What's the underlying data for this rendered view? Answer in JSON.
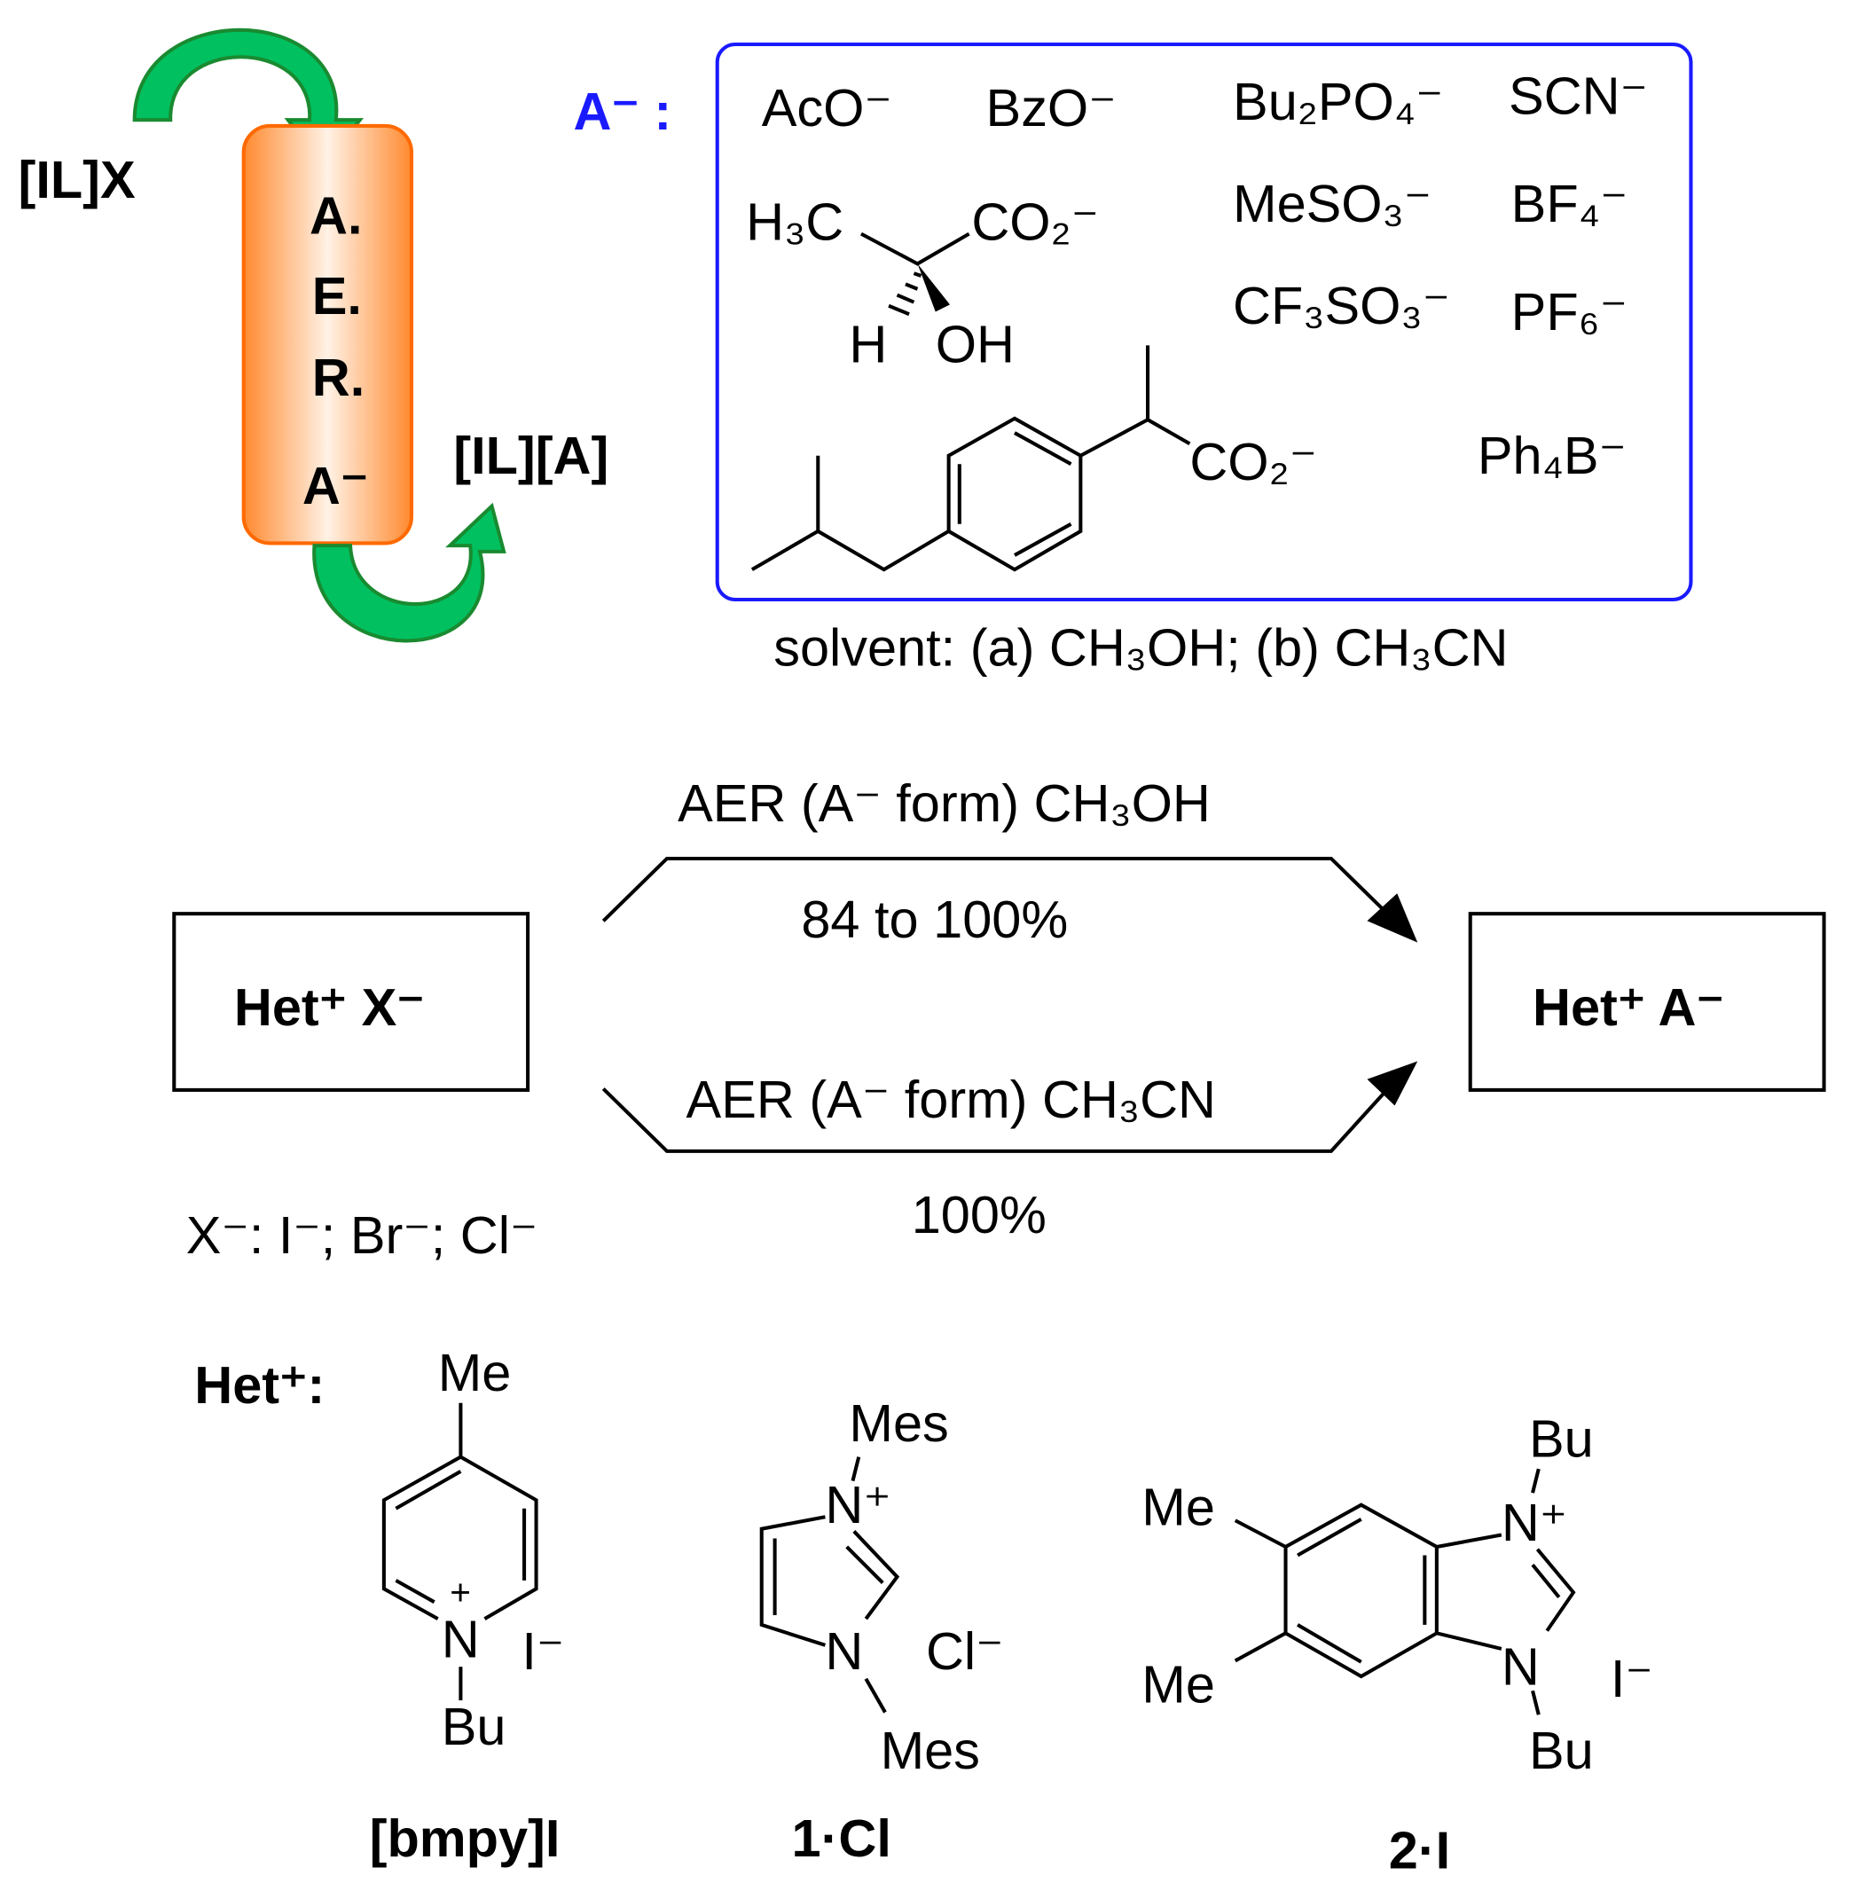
{
  "cycle": {
    "reactant": "[IL]X",
    "product": "[IL][A]",
    "column_letters": [
      "A.",
      "E.",
      "R.",
      "A⁻"
    ]
  },
  "anions": {
    "heading": "A⁻ :",
    "list": [
      "AcO⁻",
      "BzO⁻",
      "Bu₂PO₄⁻",
      "SCN⁻",
      "MeSO₃⁻",
      "BF₄⁻",
      "CF₃SO₃⁻",
      "PF₆⁻",
      "Ph₄B⁻"
    ],
    "lactate": {
      "ch3": "H₃C",
      "co2": "CO₂⁻",
      "h": "H",
      "oh": "OH"
    },
    "ibuprofen_co2": "CO₂⁻",
    "solvent": "solvent: (a) CH₃OH; (b) CH₃CN"
  },
  "reaction": {
    "left_box": "Het⁺   X⁻",
    "right_box": "Het⁺   A⁻",
    "top_condition": "AER (A⁻ form) CH₃OH",
    "top_yield": "84 to 100%",
    "bottom_condition": "AER (A⁻ form) CH₃CN",
    "bottom_yield": "100%",
    "x_anions": "X⁻: I⁻; Br⁻; Cl⁻"
  },
  "het": {
    "heading": "Het⁺:",
    "bmpy": {
      "me": "Me",
      "n": "N",
      "plus": "+",
      "bu": "Bu",
      "counter": "I⁻",
      "label": "[bmpy]I"
    },
    "imid": {
      "mes_top": "Mes",
      "n_plus": "N⁺",
      "n": "N",
      "mes_bottom": "Mes",
      "counter": "Cl⁻",
      "label": "1·Cl"
    },
    "benz": {
      "me1": "Me",
      "me2": "Me",
      "bu_top": "Bu",
      "n_plus": "N⁺",
      "n": "N",
      "bu_bottom": "Bu",
      "counter": "I⁻",
      "label": "2·I"
    }
  },
  "colors": {
    "accent_blue": "#1a1aff",
    "arrow_green": "#00c060",
    "column_orange": "#ff7a1a"
  }
}
